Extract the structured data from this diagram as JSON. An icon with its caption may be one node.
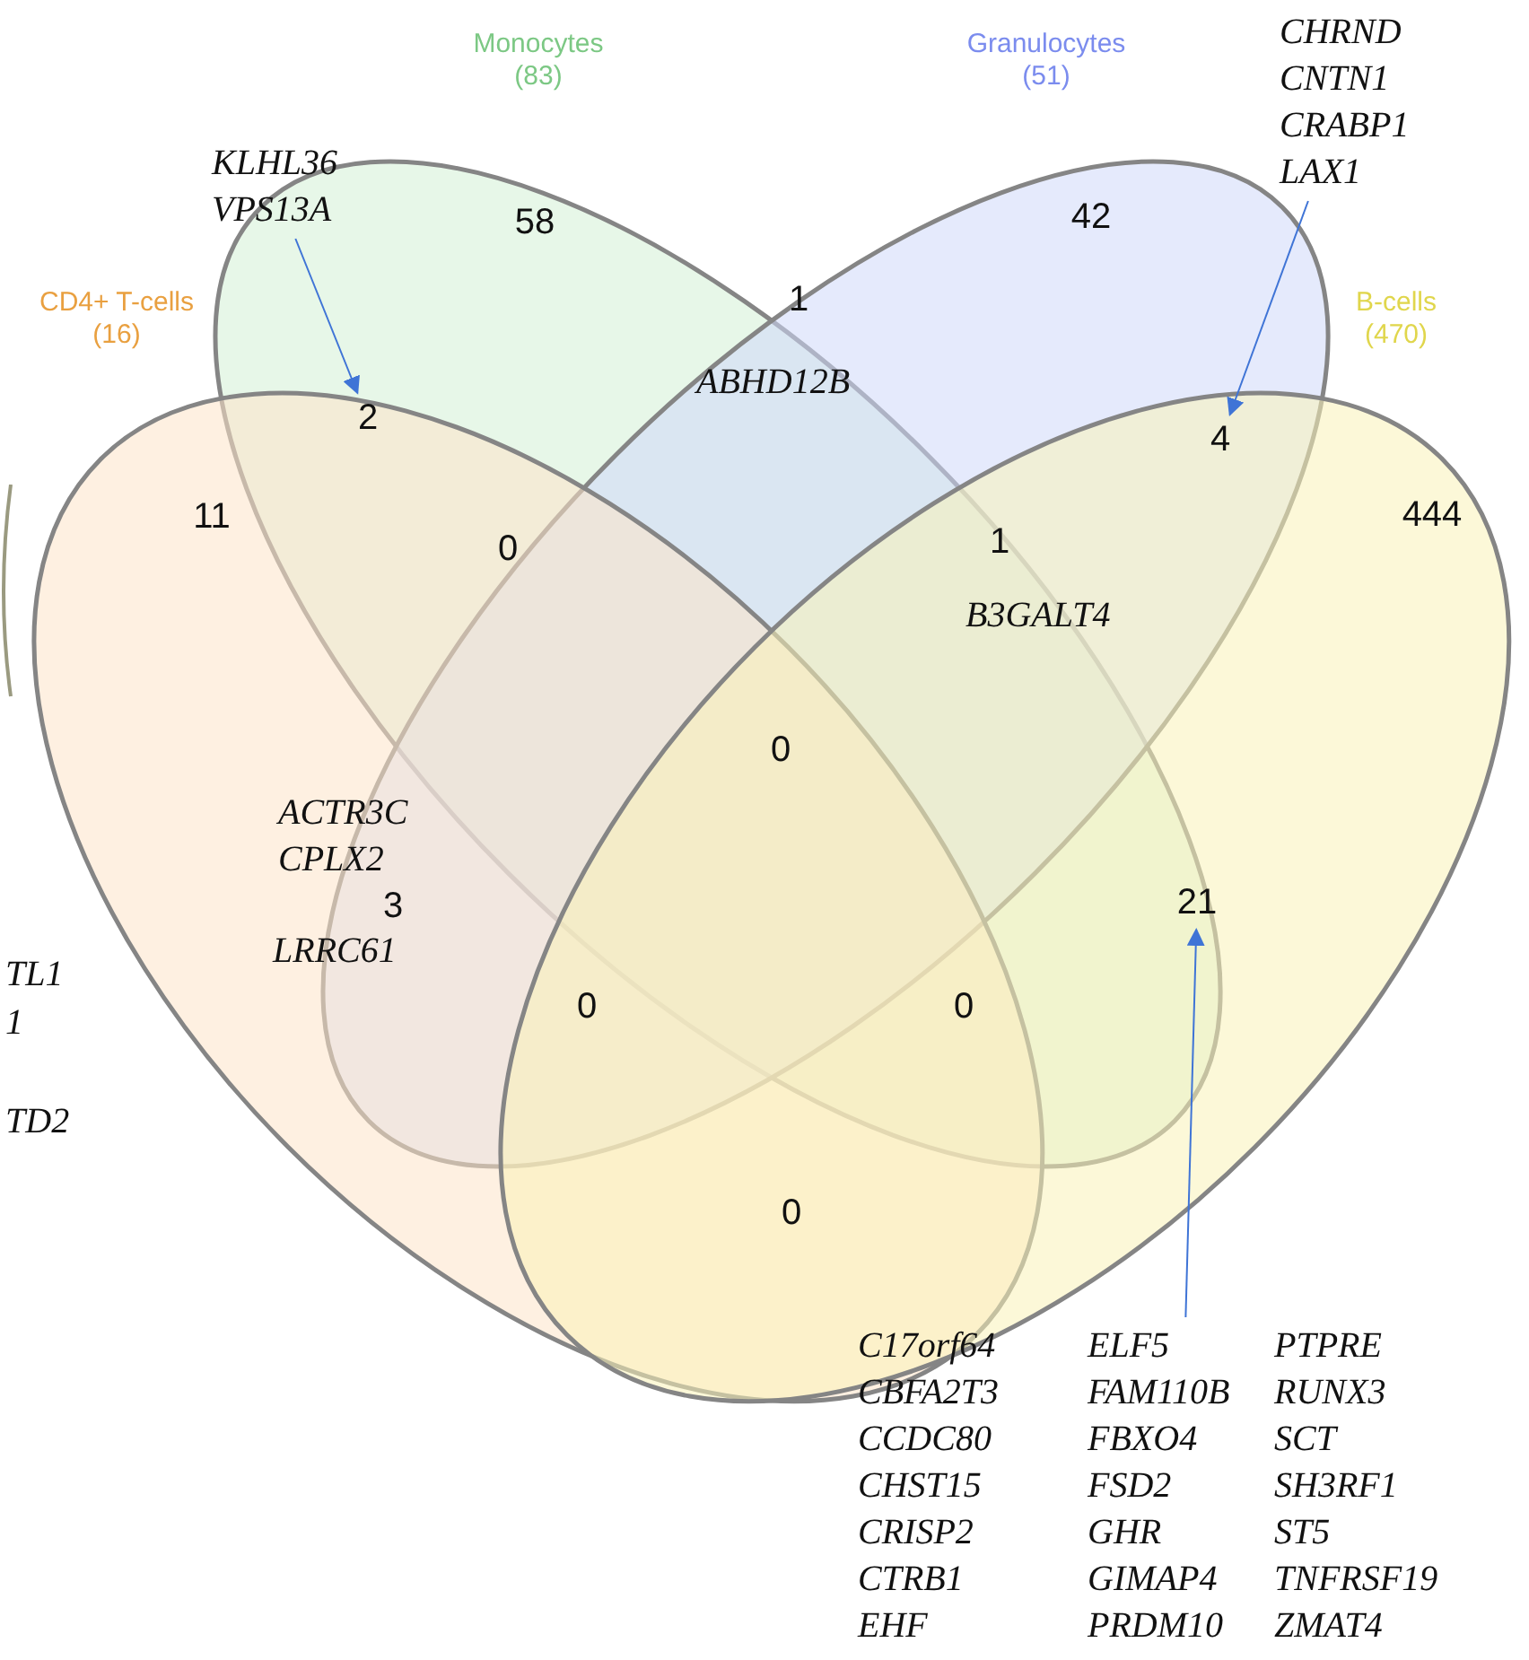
{
  "diagram": {
    "nodes": [
      {
        "text": [
          "Monocytes (83)"
        ]
      },
      {
        "text": [
          "Granulocytes (51)"
        ]
      },
      {
        "text": [
          "CD4+ T-cells (16)"
        ]
      },
      {
        "text": [
          "B-cells (470)"
        ]
      },
      {
        "text": [
          "KLHL36 VPS13A"
        ]
      },
      {
        "text": [
          "2"
        ]
      },
      {
        "text": [
          "CHRND CNTN1 CRABP1 LAX1"
        ]
      },
      {
        "text": [
          "4"
        ]
      },
      {
        "text": [
          "21"
        ]
      },
      {
        "text": [
          "C17orf64 CBFA2T3 CCDC80 CHST15 CRISP2 CTRB1 EHF",
          "ELF5 FAM110B FBXO4 FSD2 GHR GIMAP4 PRDM10",
          "PTPRE RUNX3 SCT SH3RF1 ST5 TNFRSF19 ZMAT4"
        ]
      }
    ],
    "edges": [
      {
        "from": 4,
        "to": 5,
        "arrow": "to"
      },
      {
        "from": 6,
        "to": 7,
        "arrow": "to"
      },
      {
        "from": 9,
        "to": 8,
        "arrow": "to"
      }
    ],
    "labels": [
      "58",
      "42",
      "1",
      "ABHD12B",
      "11",
      "0",
      "1",
      "B3GALT4",
      "444",
      "0",
      "ACTR3C CPLX2",
      "3",
      "LRRC61",
      "TL1",
      "1",
      "0",
      "0",
      "TD2",
      "0"
    ]
  }
}
